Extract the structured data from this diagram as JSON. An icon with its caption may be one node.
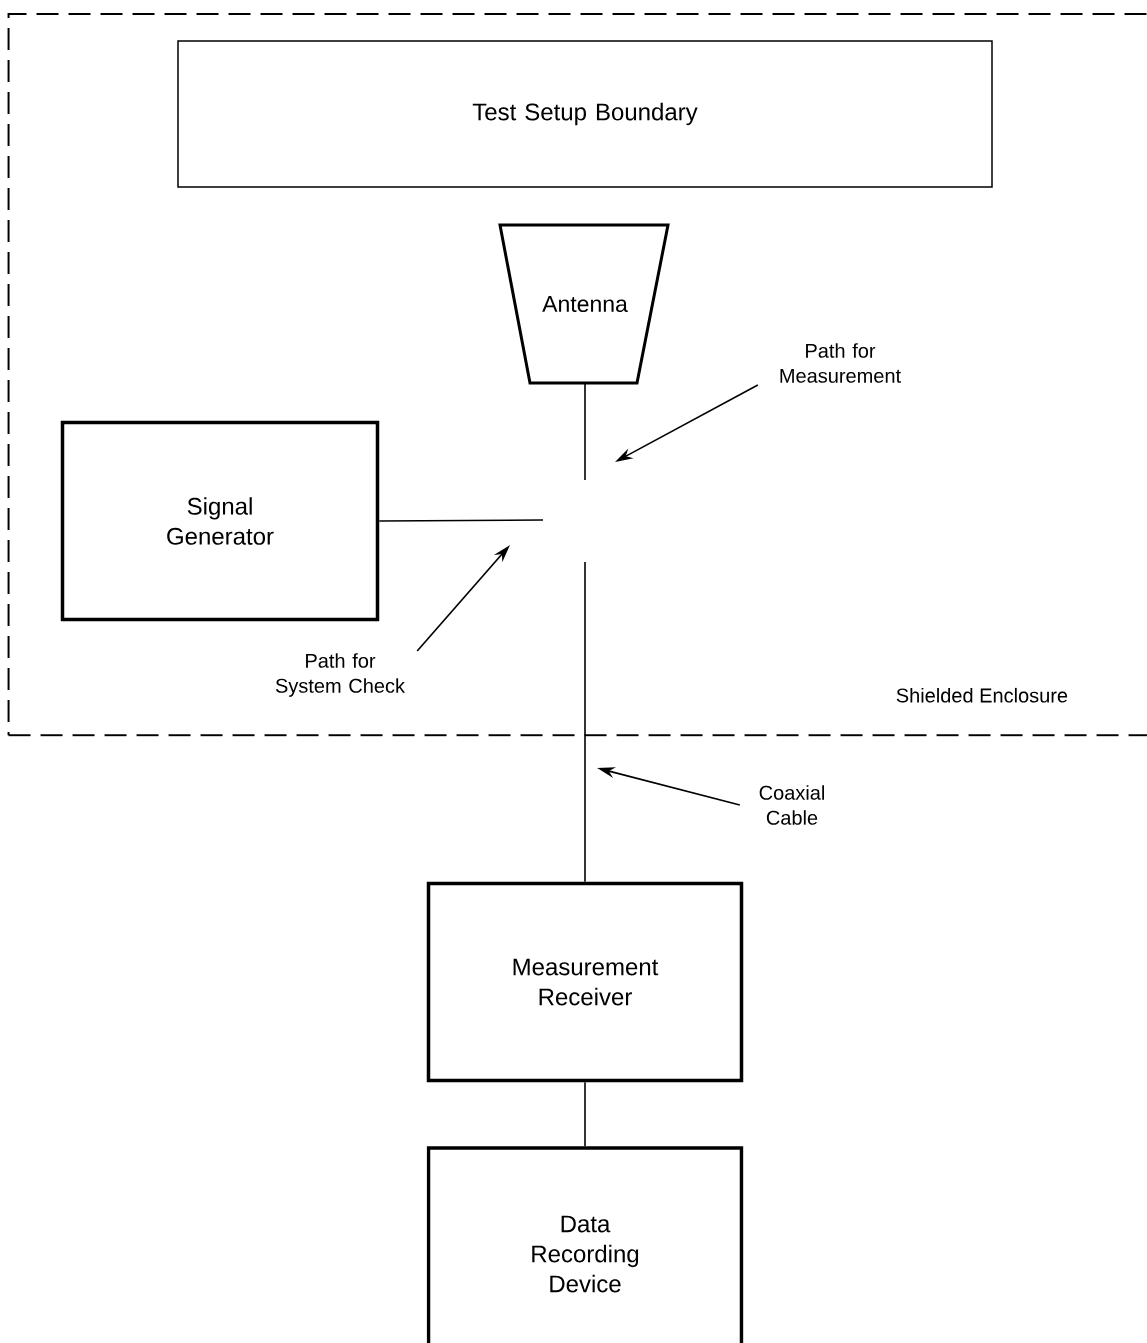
{
  "diagram": {
    "nodes": [
      {
        "text": [
          "Shielded Enclosure"
        ]
      },
      {
        "text": [
          "Test Setup Boundary"
        ],
        "in": 0
      },
      {
        "text": [
          "Antenna"
        ],
        "in": 0
      },
      {
        "text": [
          "Path for Measurement"
        ],
        "in": 0
      },
      {
        "text": [
          "Signal Generator"
        ],
        "in": 0
      },
      {
        "text": [
          "Path for System Check"
        ],
        "in": 0
      },
      {
        "text": [
          "Coaxial Cable"
        ]
      },
      {
        "text": [
          "Measurement Receiver"
        ]
      },
      {
        "text": [
          "Data Recording Device"
        ]
      }
    ],
    "edges": [
      {
        "from": 2,
        "to": null,
        "arrow": "none"
      },
      {
        "from": 4,
        "to": null,
        "arrow": "none"
      },
      {
        "from": null,
        "to": 7,
        "arrow": "none"
      },
      {
        "from": 7,
        "to": 8,
        "arrow": "none"
      },
      {
        "from": 3,
        "to": null,
        "arrow": "to"
      },
      {
        "from": 5,
        "to": null,
        "arrow": "to"
      },
      {
        "from": 6,
        "to": null,
        "arrow": "to"
      }
    ]
  }
}
